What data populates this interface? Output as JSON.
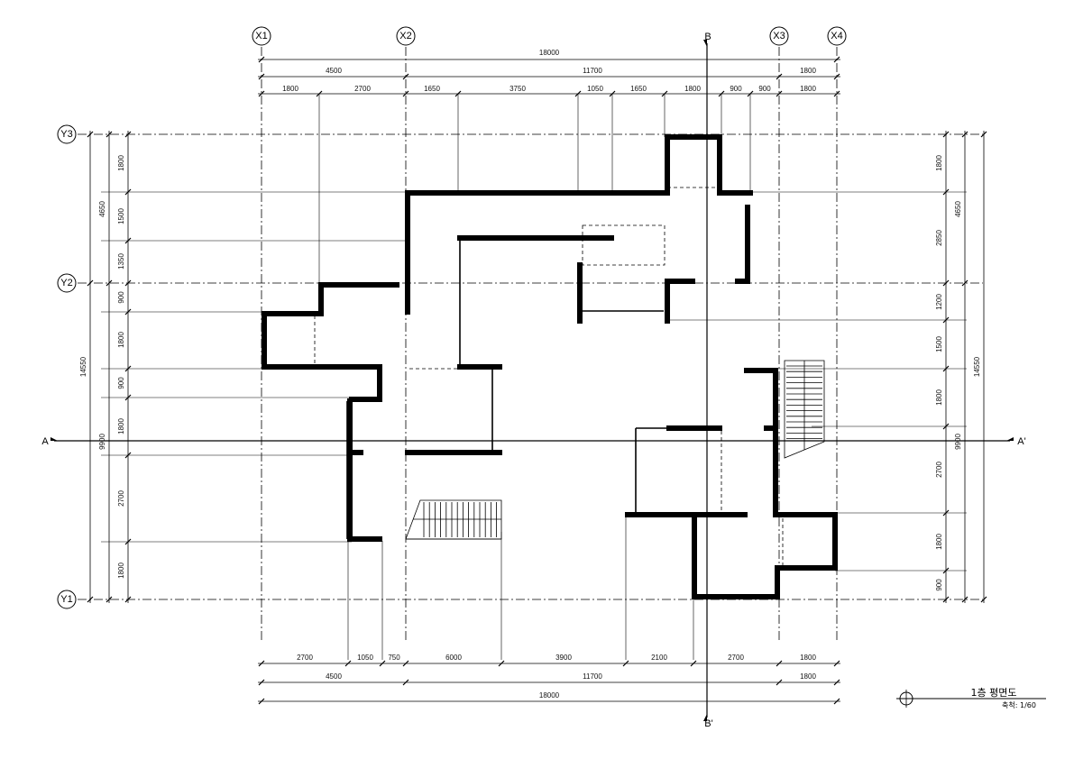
{
  "grid_x": [
    "X1",
    "X2",
    "X3",
    "X4"
  ],
  "grid_y": [
    "Y1",
    "Y2",
    "Y3"
  ],
  "section_marks": {
    "a_left": "A",
    "a_right": "A'",
    "b_top": "B",
    "b_bottom": "B'"
  },
  "top_dims": {
    "overall": "18000",
    "row1": [
      "4500",
      "11700",
      "1800"
    ],
    "row2": [
      "1800",
      "2700",
      "1650",
      "3750",
      "1050",
      "1650",
      "1800",
      "900",
      "900",
      "1800"
    ]
  },
  "bottom_dims": {
    "overall": "18000",
    "row1": [
      "4500",
      "11700",
      "1800"
    ],
    "row2": [
      "2700",
      "1050",
      "750",
      "6000",
      "3900",
      "2100",
      "2700",
      "1800"
    ]
  },
  "left_dims": {
    "outer": [
      "4650",
      "14550",
      "9900"
    ],
    "inner": [
      "1800",
      "1500",
      "1350",
      "900",
      "1800",
      "900",
      "1800",
      "2700",
      "1800"
    ]
  },
  "right_dims": {
    "outer": [
      "4650",
      "14550",
      "9900"
    ],
    "inner": [
      "1800",
      "2850",
      "1200",
      "1500",
      "1800",
      "2700",
      "1800",
      "900"
    ]
  },
  "title_block": {
    "title": "1층 평면도",
    "scale": "축척: 1/60"
  }
}
